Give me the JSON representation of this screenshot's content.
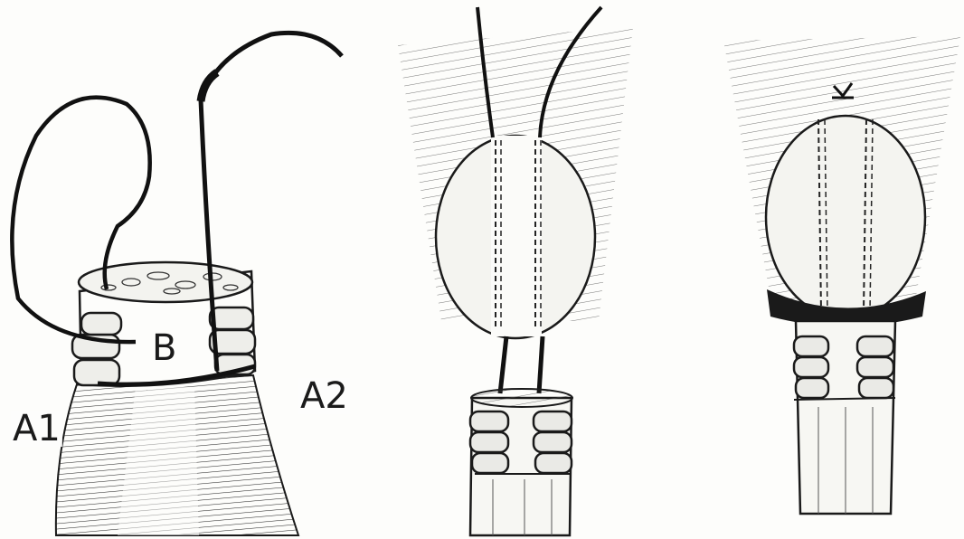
{
  "labels": {
    "a1": "A1",
    "a2": "A2",
    "b": "B"
  }
}
